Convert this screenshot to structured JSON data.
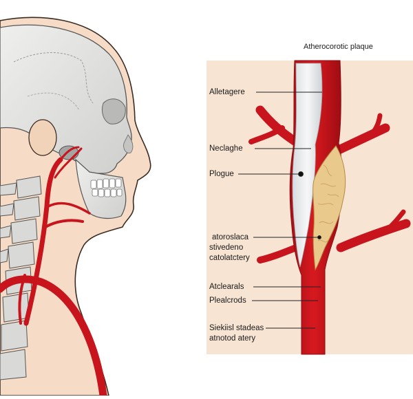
{
  "diagram": {
    "title": "Atherocorotic plaque",
    "labels": [
      {
        "id": "alletagere",
        "text": "Alletagere"
      },
      {
        "id": "neclaghe",
        "text": "Neclaghe"
      },
      {
        "id": "plogue",
        "text": "Plogue"
      },
      {
        "id": "atoroslaca",
        "text": "atoroslaca"
      },
      {
        "id": "stivedeno",
        "text": "stivedeno"
      },
      {
        "id": "catolatctery",
        "text": "catolatctery"
      },
      {
        "id": "atclearals",
        "text": "Atclearals"
      },
      {
        "id": "plealcrods",
        "text": "Plealcrods"
      },
      {
        "id": "siekiisl-stadeas",
        "text": "Siekiisl stadeas"
      },
      {
        "id": "atnotod-atery",
        "text": "atnotod atery"
      }
    ]
  },
  "colors": {
    "background": "#f7e4d3",
    "artery": "#c8141d",
    "artery_dark": "#8e0d12",
    "plaque": "#e9c98c",
    "bone": "#e2e2e0"
  }
}
